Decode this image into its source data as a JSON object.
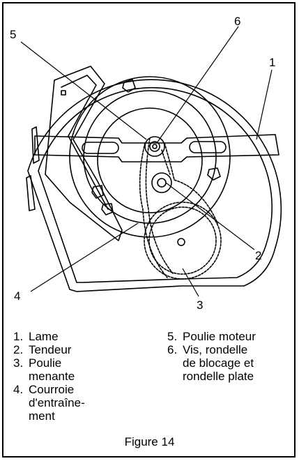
{
  "callouts": [
    "1",
    "2",
    "3",
    "4",
    "5",
    "6"
  ],
  "legend_left": [
    {
      "num": "1.",
      "text": "Lame"
    },
    {
      "num": "2.",
      "text": "Tendeur"
    },
    {
      "num": "3.",
      "text": "Poulie\nmenante"
    },
    {
      "num": "4.",
      "text": "Courroie\nd'entraîne-\nment"
    }
  ],
  "legend_right": [
    {
      "num": "5.",
      "text": "Poulie moteur"
    },
    {
      "num": "6.",
      "text": "Vis, rondelle\nde blocage et\nrondelle plate"
    }
  ],
  "caption": "Figure 14"
}
